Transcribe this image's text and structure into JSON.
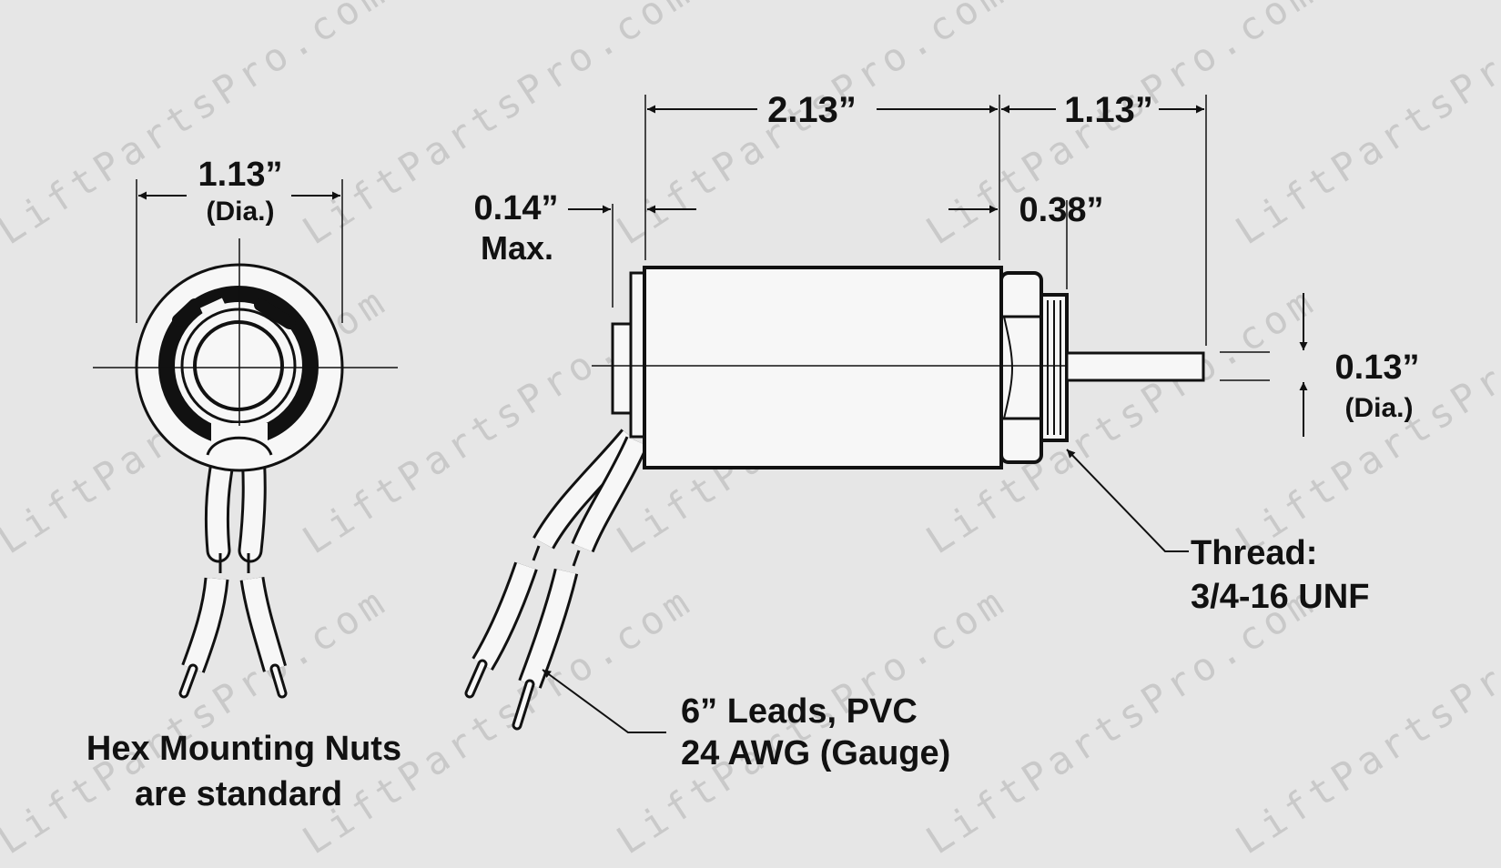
{
  "watermark": "LiftPartsPro.com",
  "end_view": {
    "diameter": "1.13”",
    "diameter_note": "(Dia.)",
    "caption_line1": "Hex Mounting Nuts",
    "caption_line2": "are standard"
  },
  "side_view": {
    "body_length": "2.13”",
    "plunger_length": "1.13”",
    "flange_thickness": "0.14”",
    "flange_note": "Max.",
    "thread_length": "0.38”",
    "plunger_diameter": "0.13”",
    "plunger_diameter_note": "(Dia.)",
    "thread_label_line1": "Thread:",
    "thread_label_line2": "3/4-16 UNF",
    "leads_label_line1": "6” Leads, PVC",
    "leads_label_line2": "24 AWG (Gauge)"
  },
  "colors": {
    "background": "#e6e6e6",
    "ink": "#111111",
    "part_fill": "#f7f7f7",
    "watermark": "#c9c9c9"
  }
}
